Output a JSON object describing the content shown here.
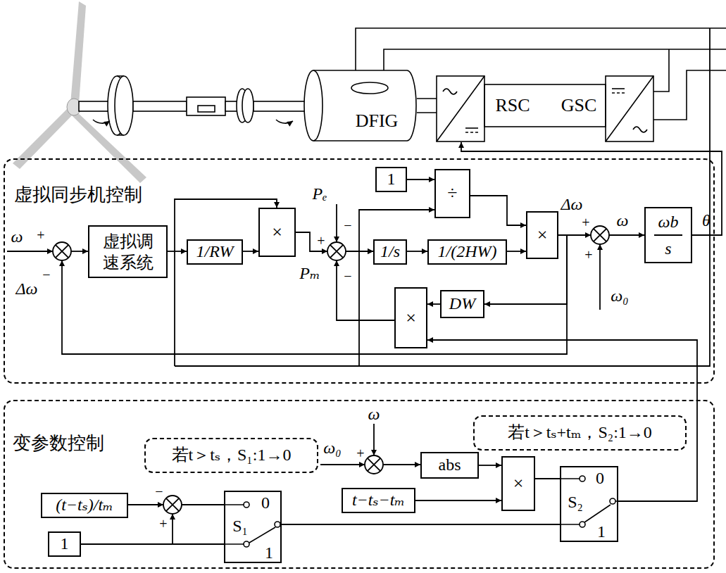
{
  "diagram": {
    "nodes": [
      {
        "text": [
          "DFIG"
        ]
      },
      {
        "text": [
          "RSC",
          "GSC"
        ]
      },
      {
        "text": [
          "虚拟同步机控制"
        ]
      },
      {
        "text": [
          "1"
        ],
        "in": 2
      },
      {
        "text": [
          "÷"
        ],
        "in": 2
      },
      {
        "text": [
          "虚拟调 速系统"
        ],
        "in": 2
      },
      {
        "text": [
          "1/RW"
        ],
        "in": 2
      },
      {
        "text": [
          "×"
        ],
        "in": 2
      },
      {
        "text": [
          "1/s"
        ],
        "in": 2
      },
      {
        "text": [
          "1/(2HW)"
        ],
        "in": 2
      },
      {
        "text": [
          "×"
        ],
        "in": 2
      },
      {
        "text": [
          "ωb s"
        ],
        "in": 2
      },
      {
        "text": [
          "DW"
        ],
        "in": 2
      },
      {
        "text": [
          "×"
        ],
        "in": 2
      },
      {
        "text": [
          "变参数控制"
        ]
      },
      {
        "text": [
          "若t＞tₛ，S₁:1→0"
        ],
        "in": 14
      },
      {
        "text": [
          "若t＞tₛ+tₘ，S₂:1→0"
        ],
        "in": 14
      },
      {
        "text": [
          "(t−tₛ)/tₘ"
        ],
        "in": 14
      },
      {
        "text": [
          "1"
        ],
        "in": 14
      },
      {
        "text": [
          "0",
          "S₁",
          "1"
        ],
        "in": 14
      },
      {
        "text": [
          "abs"
        ],
        "in": 14
      },
      {
        "text": [
          "t−tₛ−tₘ"
        ],
        "in": 14
      },
      {
        "text": [
          "×"
        ],
        "in": 14
      },
      {
        "text": [
          "0",
          "S₂",
          "1"
        ],
        "in": 14
      }
    ],
    "edges": [
      {
        "from": 3,
        "to": 4,
        "arrow": "to"
      },
      {
        "from": 4,
        "to": 10,
        "arrow": "to"
      },
      {
        "from": 5,
        "to": 6,
        "arrow": "to"
      },
      {
        "from": 6,
        "to": 7,
        "arrow": "to"
      },
      {
        "from": 7,
        "to": 8,
        "arrow": "to"
      },
      {
        "from": 13,
        "to": 8,
        "arrow": "to"
      },
      {
        "from": 8,
        "to": 9,
        "arrow": "to"
      },
      {
        "from": 9,
        "to": 10,
        "arrow": "to"
      },
      {
        "from": 10,
        "to": 11,
        "arrow": "to"
      },
      {
        "from": 10,
        "to": 12,
        "arrow": "to"
      },
      {
        "from": 10,
        "to": 5,
        "arrow": "to"
      },
      {
        "from": 12,
        "to": 13,
        "arrow": "to"
      },
      {
        "from": 11,
        "to": 1,
        "arrow": "to"
      },
      {
        "from": 17,
        "to": 19,
        "arrow": "none"
      },
      {
        "from": 18,
        "to": 19,
        "arrow": "none"
      },
      {
        "from": 19,
        "to": 23,
        "arrow": "none"
      },
      {
        "from": 20,
        "to": 22,
        "arrow": "to"
      },
      {
        "from": 21,
        "to": 22,
        "arrow": "to"
      },
      {
        "from": 22,
        "to": 23,
        "arrow": "none"
      },
      {
        "from": 23,
        "to": 13,
        "arrow": "to"
      }
    ],
    "labels": [
      "ω",
      "+",
      "Δω",
      "−",
      "Pₑ",
      "−",
      "+",
      "Pₘ",
      "−",
      "Δω",
      "+",
      "ω",
      "+",
      "ω₀",
      "θ",
      "ω",
      "ω₀",
      "+",
      "−",
      "+"
    ]
  }
}
